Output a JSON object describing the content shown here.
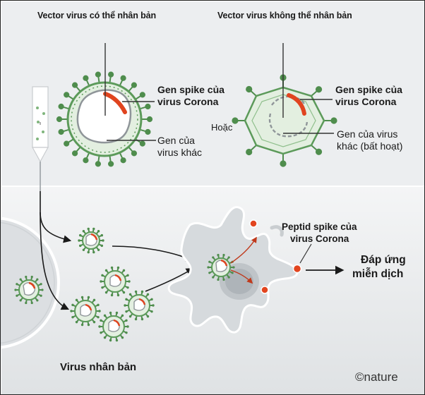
{
  "top": {
    "replicating_title": "Vector virus có thể nhân bản",
    "nonreplicating_title": "Vector virus không thể nhân bản",
    "spike_gene_left_1": "Gen spike của",
    "spike_gene_left_2": "virus Corona",
    "other_gene_left_1": "Gen của",
    "other_gene_left_2": "virus khác",
    "or_label": "Hoặc",
    "spike_gene_right_1": "Gen spike của",
    "spike_gene_right_2": "virus Corona",
    "other_gene_right_1": "Gen của virus",
    "other_gene_right_2": "khác (bất hoạt)"
  },
  "bottom": {
    "peptide_label_1": "Peptid spike của",
    "peptide_label_2": "virus Corona",
    "immune_response_1": "Đáp ứng",
    "immune_response_2": "miễn dịch",
    "replicating_virus_label": "Virus nhân bản",
    "credit": "©nature"
  },
  "colors": {
    "capsid_green": "#5c9a5a",
    "capsid_fill": "#e3efe0",
    "spike_gene_red": "#e0441f",
    "panel_gray": "#e6e8ea",
    "cell_gray": "#d9dcdf"
  }
}
